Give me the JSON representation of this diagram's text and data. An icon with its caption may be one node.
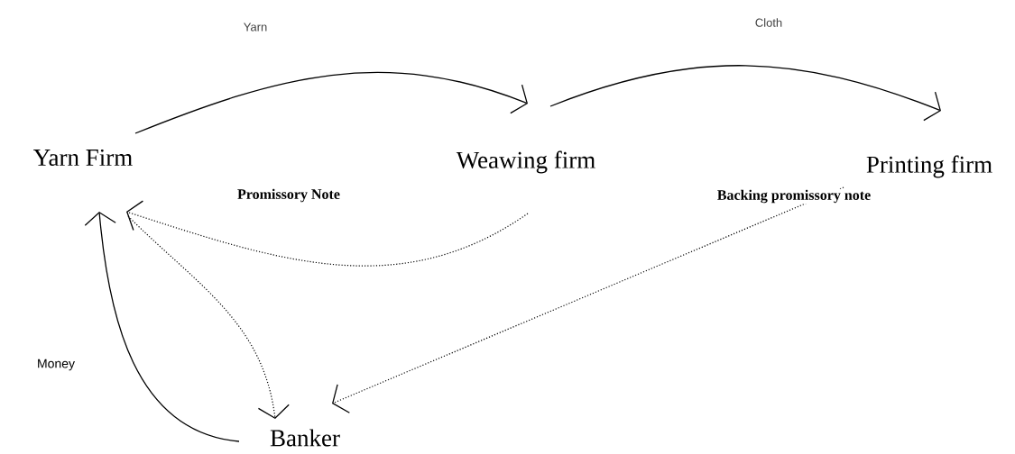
{
  "diagram": {
    "nodes": [
      {
        "text": [
          "Yarn Firm"
        ]
      },
      {
        "text": [
          "Weawing firm"
        ]
      },
      {
        "text": [
          "Printing firm"
        ]
      },
      {
        "text": [
          "Banker"
        ]
      }
    ],
    "edges": [
      {
        "from": 0,
        "to": 1,
        "arrow": "to",
        "label": "Yarn"
      },
      {
        "from": 1,
        "to": 2,
        "arrow": "to",
        "label": "Cloth"
      },
      {
        "from": 1,
        "to": 0,
        "arrow": "to",
        "label": "Promissory Note",
        "style": "dashed"
      },
      {
        "from": 0,
        "to": 3,
        "arrow": "to",
        "style": "dashed"
      },
      {
        "from": 2,
        "to": 3,
        "arrow": "to",
        "label": "Backing promissory note",
        "style": "dashed"
      },
      {
        "from": 3,
        "to": 0,
        "arrow": "to",
        "label": "Money"
      }
    ]
  }
}
